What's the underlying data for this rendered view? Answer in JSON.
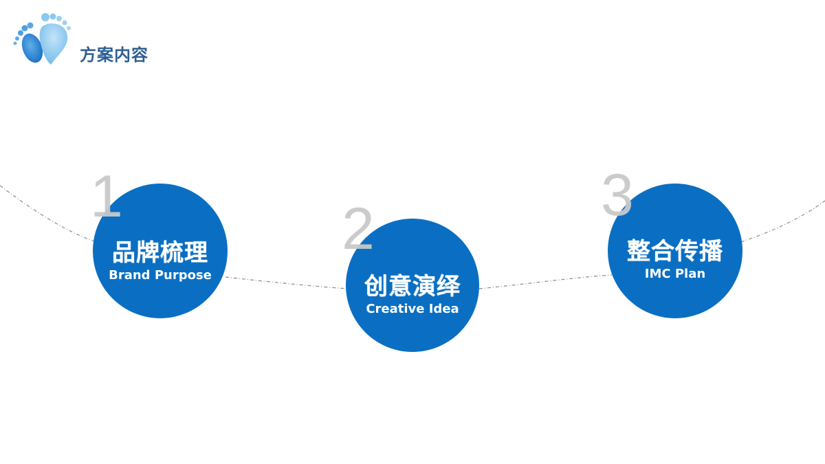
{
  "header": {
    "title": "方案内容",
    "logo_icon": "baby-footprints-icon"
  },
  "colors": {
    "circle_fill": "#0a6fc2",
    "number_gray": "#c9c9c9",
    "title_blue": "#2d5f93",
    "dash_line": "#8a8a8a"
  },
  "steps": [
    {
      "number": "1",
      "title_cn": "品牌梳理",
      "title_en": "Brand Purpose"
    },
    {
      "number": "2",
      "title_cn": "创意演绎",
      "title_en": "Creative Idea"
    },
    {
      "number": "3",
      "title_cn": "整合传播",
      "title_en": "IMC Plan"
    }
  ]
}
